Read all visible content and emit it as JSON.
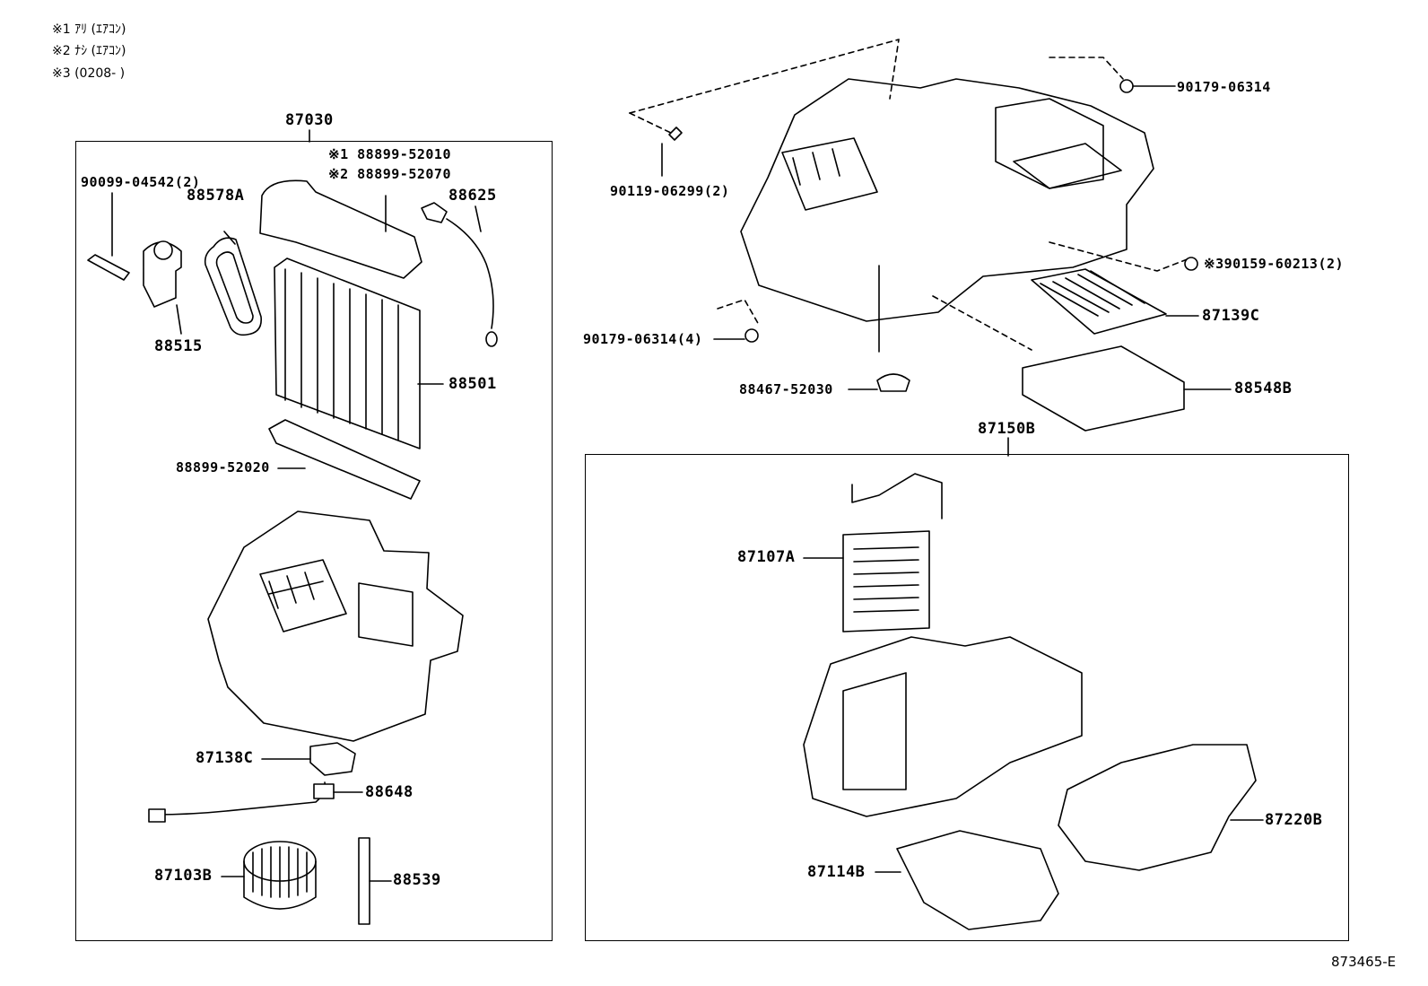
{
  "notes": [
    {
      "mark": "※1",
      "text": "ｱﾘ (ｴｱｺﾝ)"
    },
    {
      "mark": "※2",
      "text": "ﾅｼ (ｴｱｺﾝ)"
    },
    {
      "mark": "※3",
      "text": "(0208-      )"
    }
  ],
  "left_group": {
    "title": "87030",
    "labels": {
      "bolt": "90099-04542(2)",
      "gasket": "88578A",
      "expansion_valve": "88515",
      "pipe_a": "※1 88899-52010",
      "pipe_b": "※2 88899-52070",
      "thermistor": "88625",
      "evaporator": "88501",
      "seal": "88899-52020",
      "resistor": "87138C",
      "wire": "88648",
      "blower_motor": "87103B",
      "drain": "88539"
    }
  },
  "top_right": {
    "labels": {
      "nut_top": "90179-06314",
      "screw": "90119-06299(2)",
      "bolt_right": "※390159-60213(2)",
      "nut_left": "90179-06314(4)",
      "filter": "87139C",
      "grommet": "88467-52030",
      "filter_cover": "88548B"
    }
  },
  "right_group": {
    "title": "87150B",
    "labels": {
      "heater_core": "87107A",
      "case_sub": "87220B",
      "duct": "87114B"
    }
  },
  "figure_id": "873465-E"
}
